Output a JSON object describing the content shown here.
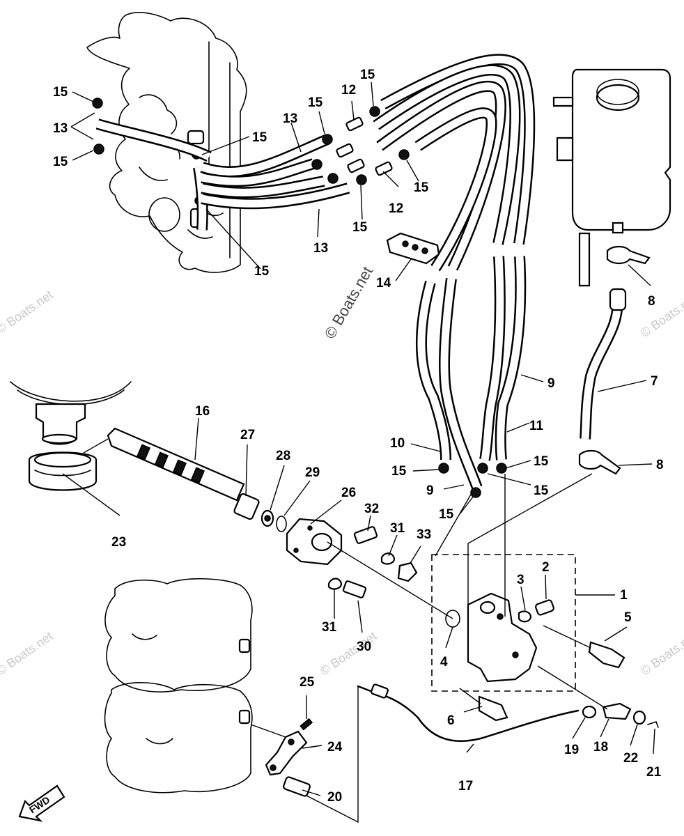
{
  "watermark": "© Boats.net",
  "fwd_label": "FWD",
  "callouts": [
    {
      "id": "c1",
      "text": "1"
    },
    {
      "id": "c2",
      "text": "2"
    },
    {
      "id": "c3",
      "text": "3"
    },
    {
      "id": "c4",
      "text": "4"
    },
    {
      "id": "c5",
      "text": "5"
    },
    {
      "id": "c6",
      "text": "6"
    },
    {
      "id": "c7",
      "text": "7"
    },
    {
      "id": "c8a",
      "text": "8"
    },
    {
      "id": "c8b",
      "text": "8"
    },
    {
      "id": "c9a",
      "text": "9"
    },
    {
      "id": "c9b",
      "text": "9"
    },
    {
      "id": "c10",
      "text": "10"
    },
    {
      "id": "c11",
      "text": "11"
    },
    {
      "id": "c12a",
      "text": "12"
    },
    {
      "id": "c12b",
      "text": "12"
    },
    {
      "id": "c13a",
      "text": "13"
    },
    {
      "id": "c13b",
      "text": "13"
    },
    {
      "id": "c13c",
      "text": "13"
    },
    {
      "id": "c14",
      "text": "14"
    },
    {
      "id": "c15a",
      "text": "15"
    },
    {
      "id": "c15b",
      "text": "15"
    },
    {
      "id": "c15c",
      "text": "15"
    },
    {
      "id": "c15d",
      "text": "15"
    },
    {
      "id": "c15e",
      "text": "15"
    },
    {
      "id": "c15f",
      "text": "15"
    },
    {
      "id": "c15g",
      "text": "15"
    },
    {
      "id": "c15h",
      "text": "15"
    },
    {
      "id": "c15i",
      "text": "15"
    },
    {
      "id": "c15j",
      "text": "15"
    },
    {
      "id": "c15k",
      "text": "15"
    },
    {
      "id": "c16",
      "text": "16"
    },
    {
      "id": "c17",
      "text": "17"
    },
    {
      "id": "c18",
      "text": "18"
    },
    {
      "id": "c19",
      "text": "19"
    },
    {
      "id": "c20",
      "text": "20"
    },
    {
      "id": "c21",
      "text": "21"
    },
    {
      "id": "c22",
      "text": "22"
    },
    {
      "id": "c23",
      "text": "23"
    },
    {
      "id": "c24",
      "text": "24"
    },
    {
      "id": "c25",
      "text": "25"
    },
    {
      "id": "c26",
      "text": "26"
    },
    {
      "id": "c27",
      "text": "27"
    },
    {
      "id": "c28",
      "text": "28"
    },
    {
      "id": "c29",
      "text": "29"
    },
    {
      "id": "c30",
      "text": "30"
    },
    {
      "id": "c31a",
      "text": "31"
    },
    {
      "id": "c31b",
      "text": "31"
    },
    {
      "id": "c32",
      "text": "32"
    },
    {
      "id": "c33",
      "text": "33"
    }
  ]
}
